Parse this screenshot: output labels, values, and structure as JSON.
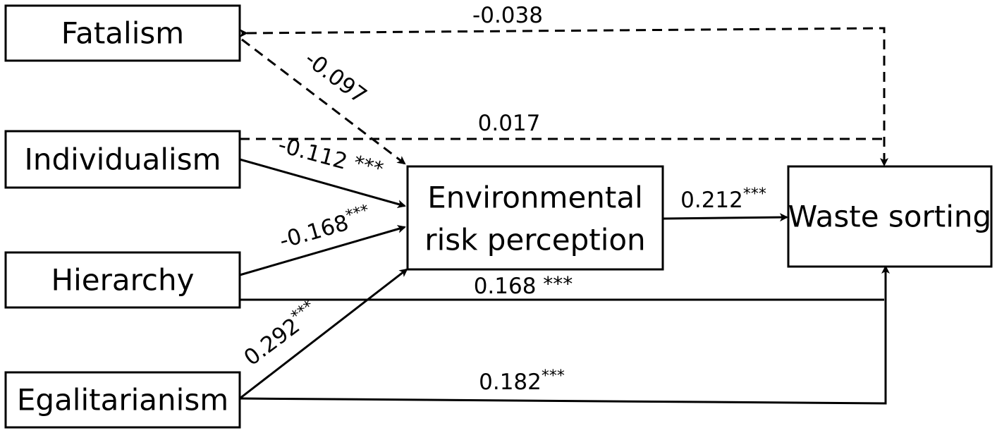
{
  "nodes": {
    "fatalism": "Fatalism",
    "individualism": "Individualism",
    "hierarchy": "Hierarchy",
    "egalitarianism": "Egalitarianism",
    "perception_line1": "Environmental",
    "perception_line2": "risk perception",
    "waste_sorting": "Waste sorting"
  },
  "paths": {
    "fatalism_to_waste": {
      "coef": "-0.038",
      "sig": ""
    },
    "fatalism_to_perception": {
      "coef": "-0.097",
      "sig": ""
    },
    "individualism_to_waste": {
      "coef": "0.017",
      "sig": ""
    },
    "individualism_to_perception": {
      "coef": "-0.112 ",
      "sig": "***"
    },
    "hierarchy_to_perception": {
      "coef": "-0.168",
      "sig": "***"
    },
    "perception_to_waste": {
      "coef": "0.212",
      "sig": "***"
    },
    "hierarchy_to_waste": {
      "coef": "0.168 ",
      "sig": "***"
    },
    "egalitarianism_to_perception": {
      "coef": "0.292",
      "sig": "***"
    },
    "egalitarianism_to_waste": {
      "coef": "0.182",
      "sig": "***"
    }
  }
}
